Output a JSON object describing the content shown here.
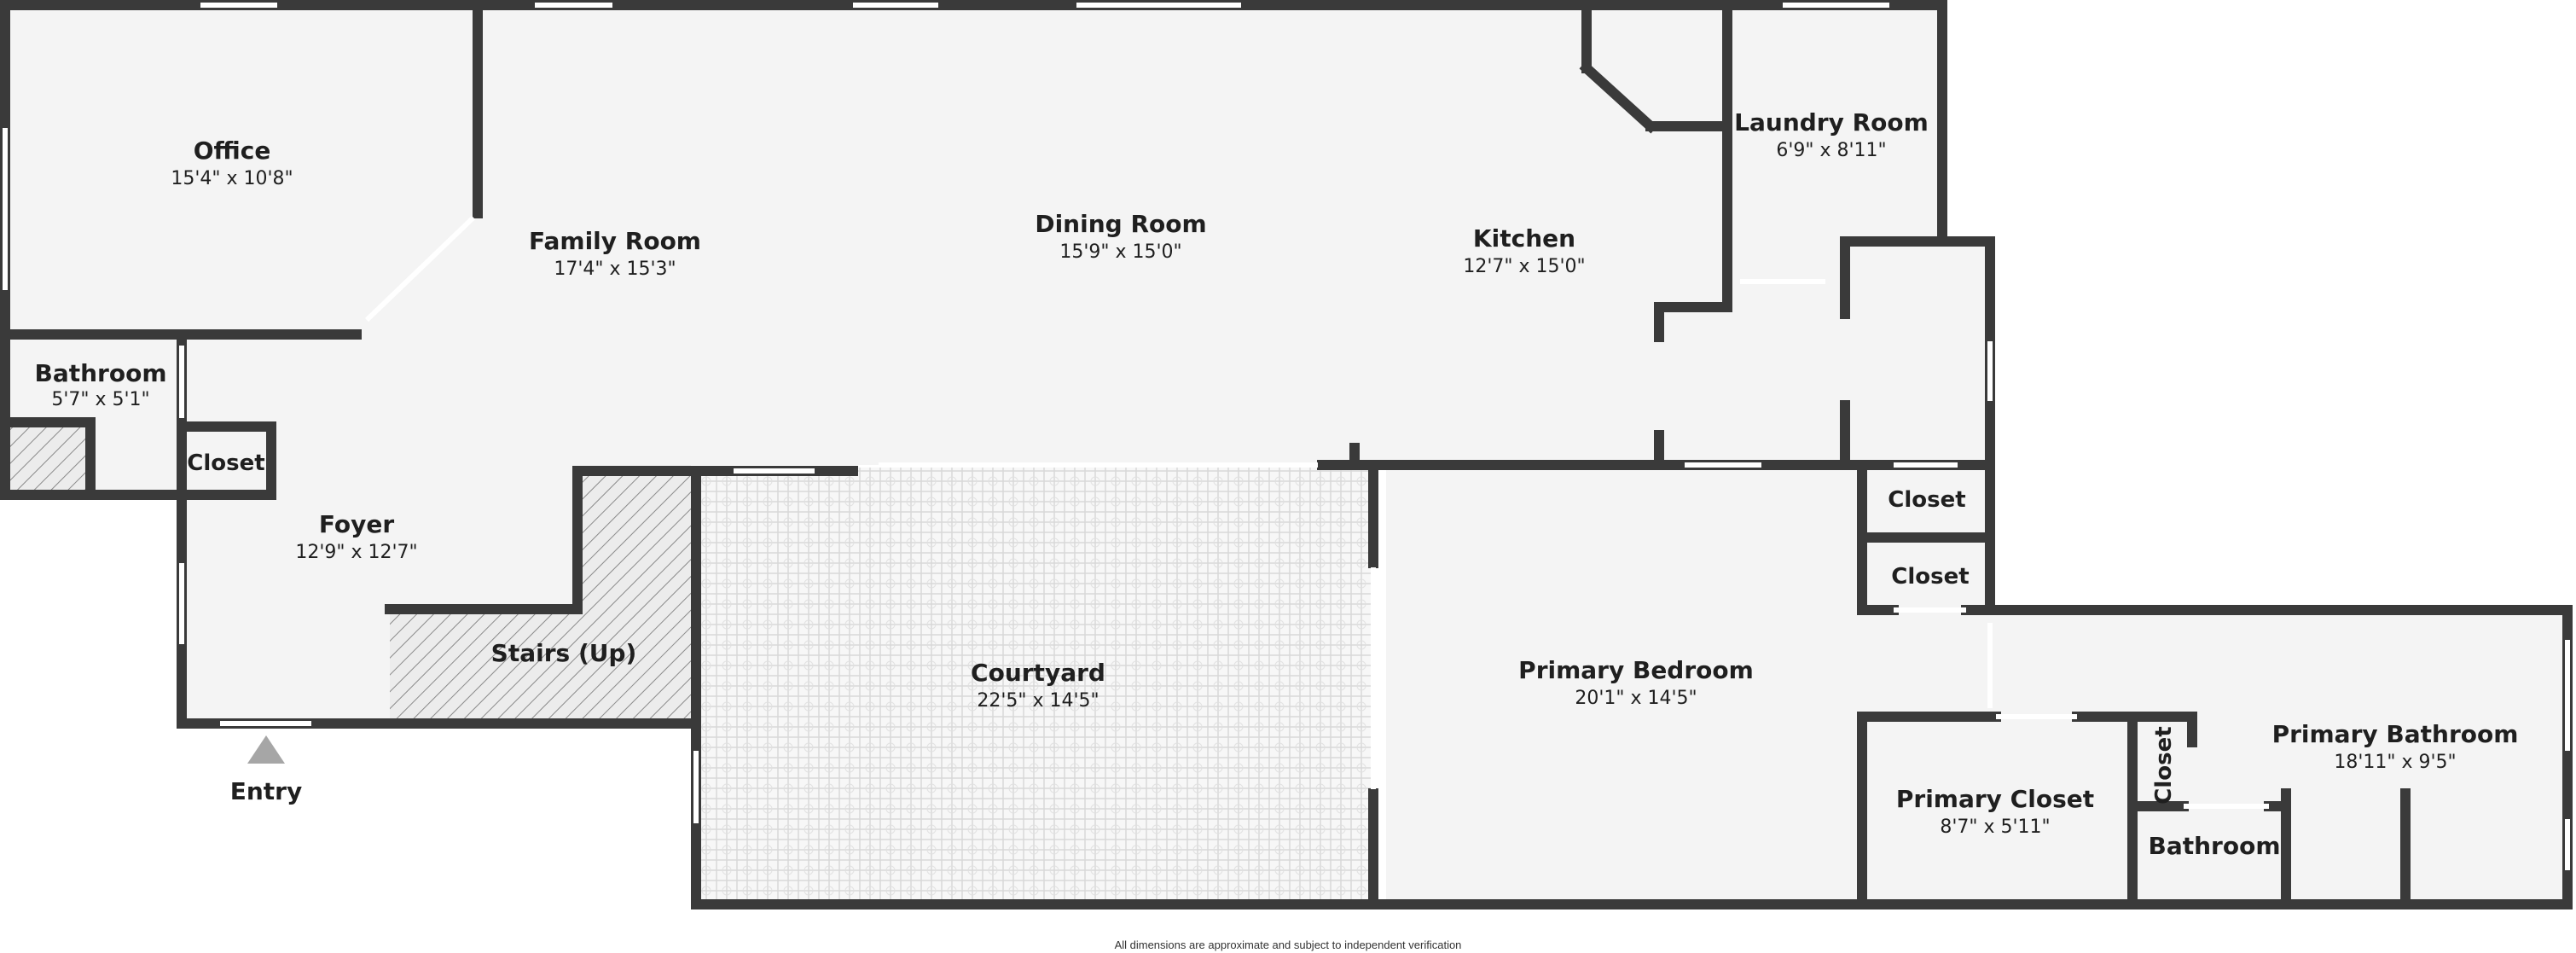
{
  "rooms": {
    "office": {
      "name": "Office",
      "dims": "15'4\" x 10'8\""
    },
    "family_room": {
      "name": "Family Room",
      "dims": "17'4\" x 15'3\""
    },
    "dining_room": {
      "name": "Dining Room",
      "dims": "15'9\" x 15'0\""
    },
    "kitchen": {
      "name": "Kitchen",
      "dims": "12'7\" x 15'0\""
    },
    "laundry_room": {
      "name": "Laundry Room",
      "dims": "6'9\" x 8'11\""
    },
    "bathroom_1": {
      "name": "Bathroom",
      "dims": "5'7\" x 5'1\""
    },
    "closet_foyer": {
      "name": "Closet"
    },
    "foyer": {
      "name": "Foyer",
      "dims": "12'9\" x 12'7\""
    },
    "stairs": {
      "name": "Stairs (Up)"
    },
    "courtyard": {
      "name": "Courtyard",
      "dims": "22'5\" x 14'5\""
    },
    "primary_bedroom": {
      "name": "Primary Bedroom",
      "dims": "20'1\" x 14'5\""
    },
    "closet_upper": {
      "name": "Closet"
    },
    "closet_lower": {
      "name": "Closet"
    },
    "primary_closet": {
      "name": "Primary Closet",
      "dims": "8'7\" x 5'11\""
    },
    "closet_bath": {
      "name": "Closet"
    },
    "bathroom_2": {
      "name": "Bathroom"
    },
    "primary_bathroom": {
      "name": "Primary Bathroom",
      "dims": "18'11\" x 9'5\""
    }
  },
  "entry_label": "Entry",
  "footnote": "All dimensions are approximate and subject to independent verification",
  "colors": {
    "wall": "#3a3a3a",
    "floor": "#f4f4f4",
    "courtyard_tile": "#dcdcdc",
    "entry_marker": "#a6a6a6",
    "hatch": "#8a8a8a"
  }
}
